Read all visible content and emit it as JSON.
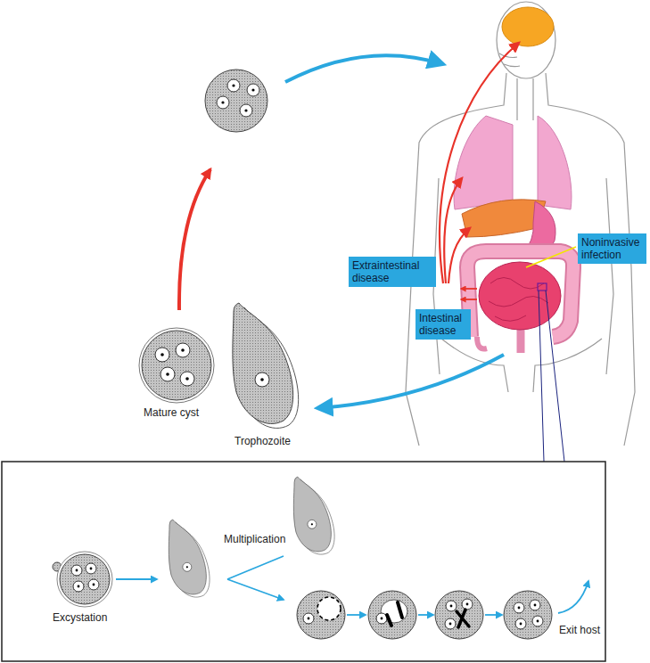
{
  "diagram": {
    "nodes": [
      {
        "text": [
          "Noninvasive infection"
        ]
      },
      {
        "text": [
          "Extraintestinal disease"
        ]
      },
      {
        "text": [
          "Intestinal disease"
        ]
      }
    ],
    "labels": [
      "Mature cyst",
      "Trophozoite",
      "Multiplication",
      "Excystation",
      "Exit host"
    ]
  }
}
